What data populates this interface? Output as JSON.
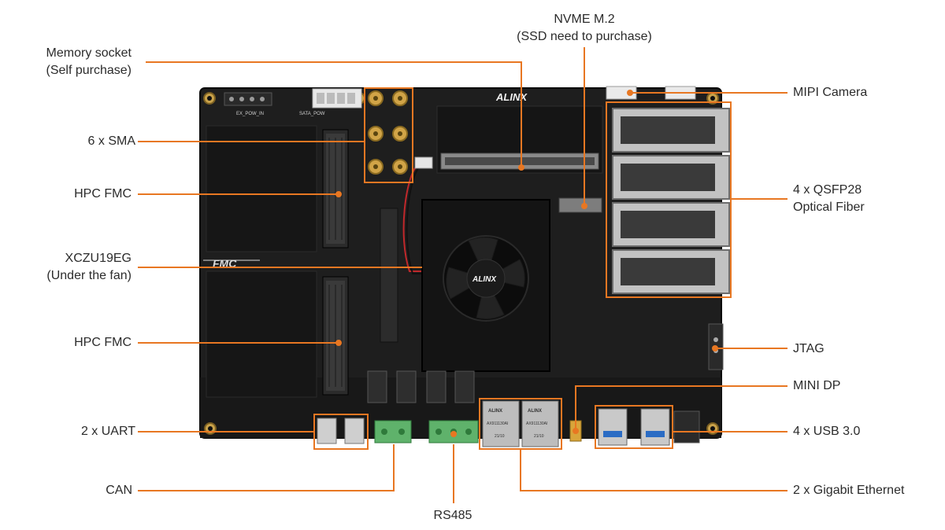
{
  "brand": {
    "silkscreen_logo": "ALINX",
    "fan_logo": "ALINX",
    "fmc_logo": "FMC",
    "eth_chip_a": "ALINX",
    "eth_chip_b": "AX911130AI",
    "eth_chip_c": "21/10"
  },
  "silkscreen": {
    "power_header": "EX_POW_IN",
    "sata_power": "SATA_POW"
  },
  "callouts": {
    "memory_socket": {
      "line1": "Memory socket",
      "line2": "(Self purchase)"
    },
    "sma": {
      "line1": "6 x SMA"
    },
    "hpc_fmc_top": {
      "line1": "HPC FMC"
    },
    "xczu19eg": {
      "line1": "XCZU19EG",
      "line2": "(Under the fan)"
    },
    "hpc_fmc_bottom": {
      "line1": "HPC FMC"
    },
    "uart": {
      "line1": "2 x UART"
    },
    "can": {
      "line1": "CAN"
    },
    "rs485": {
      "line1": "RS485"
    },
    "nvme": {
      "line1": "NVME M.2",
      "line2": "(SSD need to purchase)"
    },
    "mipi": {
      "line1": "MIPI Camera"
    },
    "qsfp28": {
      "line1": "4 x QSFP28",
      "line2": "Optical Fiber"
    },
    "jtag": {
      "line1": "JTAG"
    },
    "mini_dp": {
      "line1": "MINI DP"
    },
    "usb": {
      "line1": "4 x USB 3.0"
    },
    "ethernet": {
      "line1": "2 x Gigabit Ethernet"
    }
  },
  "colors": {
    "accent": "#e87722",
    "board": "#1d1d1d",
    "board_edge": "#0f0f0f",
    "text": "#2b2b2b"
  }
}
